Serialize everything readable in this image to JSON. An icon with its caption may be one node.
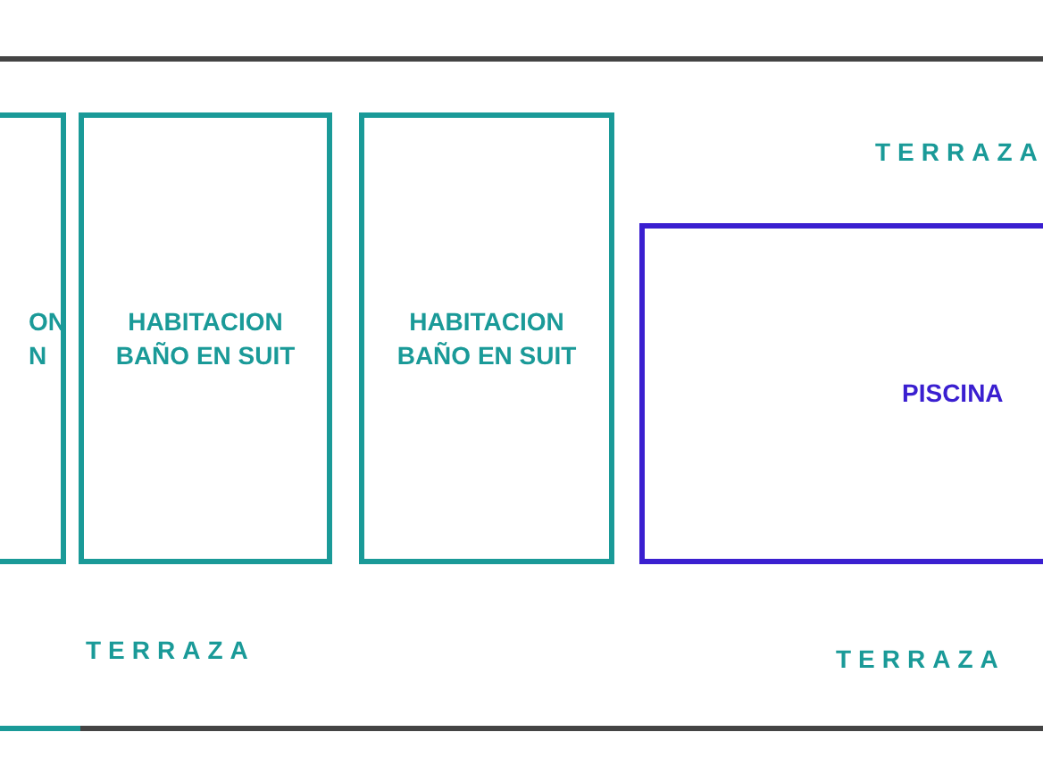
{
  "diagram": {
    "nodes": [
      {
        "text": [
          "ON N"
        ]
      },
      {
        "text": [
          "HABITACION BAÑO EN SUIT"
        ]
      },
      {
        "text": [
          "HABITACION BAÑO EN SUIT"
        ]
      },
      {
        "text": [
          "PISCINA"
        ]
      }
    ],
    "labels": [
      "TERRAZA",
      "TERRAZA",
      "TERRAZA"
    ]
  }
}
